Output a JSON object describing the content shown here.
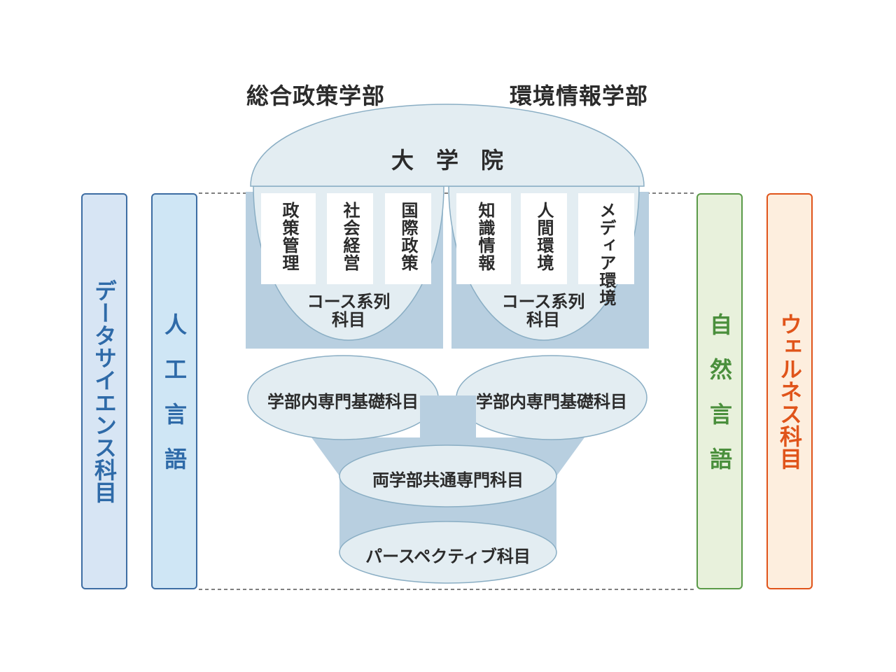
{
  "faculties": {
    "left": "総合政策学部",
    "right": "環境情報学部"
  },
  "graduate": "大　学　院",
  "pillars": {
    "data_science": "データサイエンス科目",
    "artificial_language": "人　工　言　語",
    "natural_language": "自　然　言　語",
    "wellness": "ウェルネス科目"
  },
  "courses": {
    "left": [
      "政策管理",
      "社会経営",
      "国際政策"
    ],
    "right": [
      "知識情報",
      "人間環境",
      "メディア環境"
    ]
  },
  "course_series": {
    "left": "コース系列\n科目",
    "right": "コース系列\n科目"
  },
  "foundation": {
    "left": "学部内専門基礎科目",
    "right": "学部内専門基礎科目"
  },
  "common": "両学部共通専門科目",
  "perspective": "パースペクティブ科目",
  "colors": {
    "blue_text": "#2e6aa8",
    "green_text": "#4a8f3c",
    "orange_text": "#e0541a",
    "steel": "#b8cfe0",
    "pale": "#e3edf2",
    "outline": "#8aaec4"
  }
}
